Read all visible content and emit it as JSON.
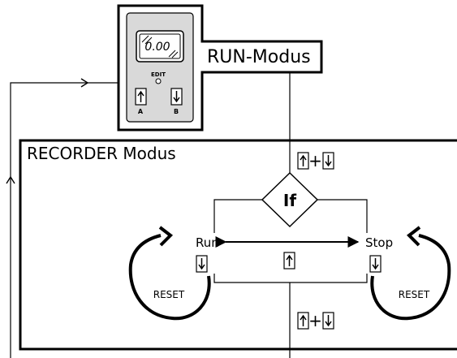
{
  "device": {
    "display": "0.00",
    "edit_label": "EDIT",
    "key_a_label": "A",
    "key_b_label": "B",
    "key_a_icon": "up-arrow-key-icon",
    "key_b_icon": "down-arrow-key-icon"
  },
  "run_mode": {
    "title": "RUN-Modus"
  },
  "recorder_mode": {
    "title": "RECORDER Modus",
    "decision_label": "If",
    "run_label": "Run",
    "stop_label": "Stop",
    "reset_left_label": "RESET",
    "reset_right_label": "RESET",
    "key_combo_plus": "+"
  }
}
